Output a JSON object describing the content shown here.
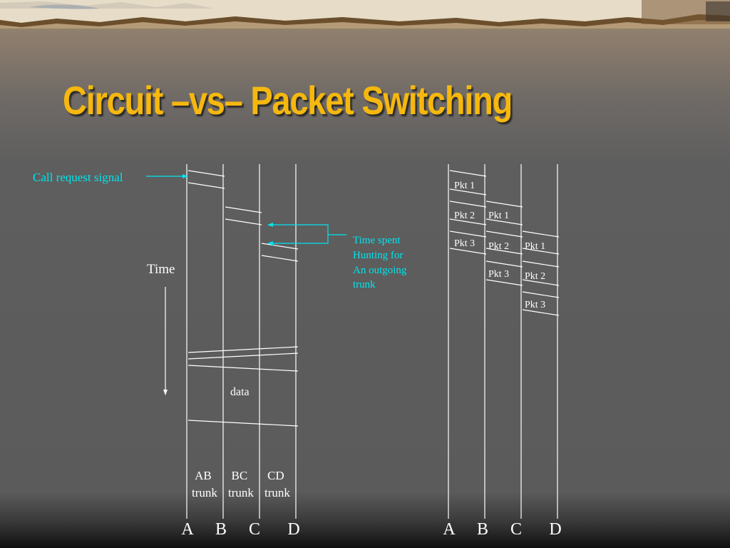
{
  "slide": {
    "title": "Circuit –vs– Packet Switching"
  },
  "circuit": {
    "call_request_label": "Call request signal",
    "time_label": "Time",
    "data_label": "data",
    "hunting_note": [
      "Time spent",
      "Hunting for",
      "An outgoing",
      "trunk"
    ],
    "trunks": [
      {
        "line1": "AB",
        "line2": "trunk"
      },
      {
        "line1": "BC",
        "line2": "trunk"
      },
      {
        "line1": "CD",
        "line2": "trunk"
      }
    ],
    "nodes": [
      "A",
      "B",
      "C",
      "D"
    ]
  },
  "packet": {
    "nodes": [
      "A",
      "B",
      "C",
      "D"
    ],
    "hops": [
      [
        "Pkt 1",
        "Pkt 2",
        "Pkt 3"
      ],
      [
        "Pkt 1",
        "Pkt 2",
        "Pkt 3"
      ],
      [
        "Pkt 1",
        "Pkt 2",
        "Pkt 3"
      ]
    ]
  },
  "colors": {
    "title": "#f6b80e",
    "annotation": "#00e5ee",
    "lines": "#ffffff",
    "background": "#5b5b5b"
  }
}
